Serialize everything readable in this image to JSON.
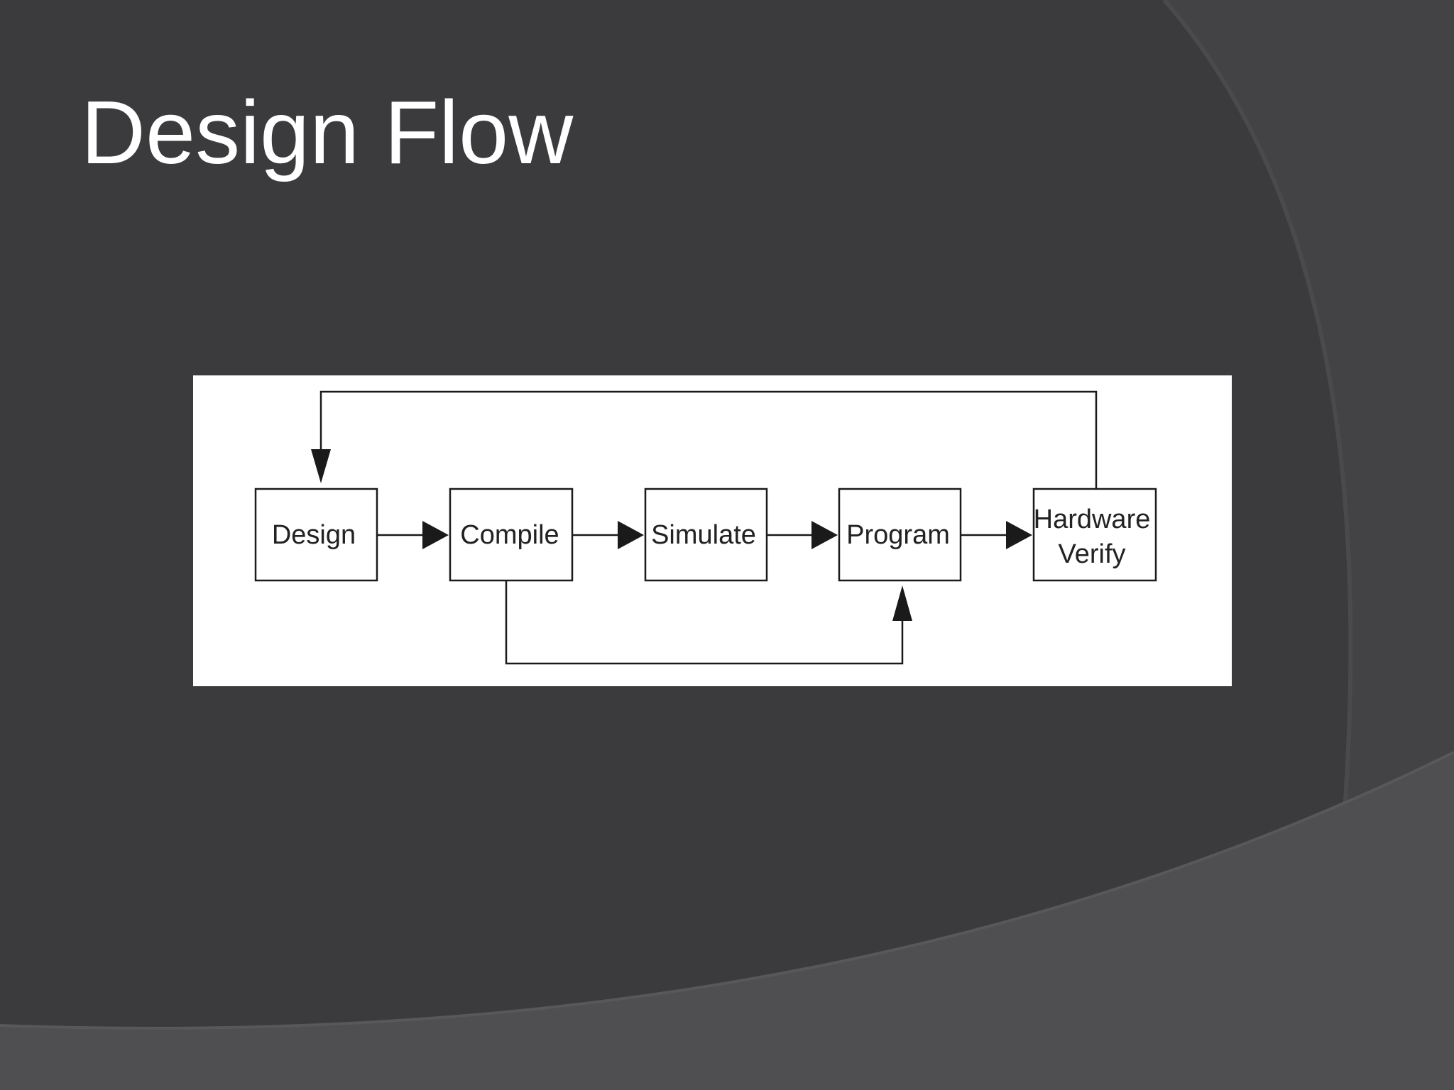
{
  "slide": {
    "title": "Design Flow"
  },
  "diagram": {
    "nodes": [
      {
        "id": "design",
        "lines": [
          "Design"
        ]
      },
      {
        "id": "compile",
        "lines": [
          "Compile"
        ]
      },
      {
        "id": "simulate",
        "lines": [
          "Simulate"
        ]
      },
      {
        "id": "program",
        "lines": [
          "Program"
        ]
      },
      {
        "id": "hardware-verify",
        "lines": [
          "Hardware",
          "Verify"
        ]
      }
    ],
    "edges": [
      {
        "from": "design",
        "to": "compile"
      },
      {
        "from": "compile",
        "to": "simulate"
      },
      {
        "from": "simulate",
        "to": "program"
      },
      {
        "from": "program",
        "to": "hardware-verify"
      },
      {
        "from": "hardware-verify",
        "to": "design"
      },
      {
        "from": "compile",
        "to": "program"
      }
    ]
  },
  "colors": {
    "background": "#3b3b3d",
    "decor": "#4f4f52",
    "title": "#ffffff",
    "panel": "#ffffff",
    "line": "#1a1a1a"
  }
}
